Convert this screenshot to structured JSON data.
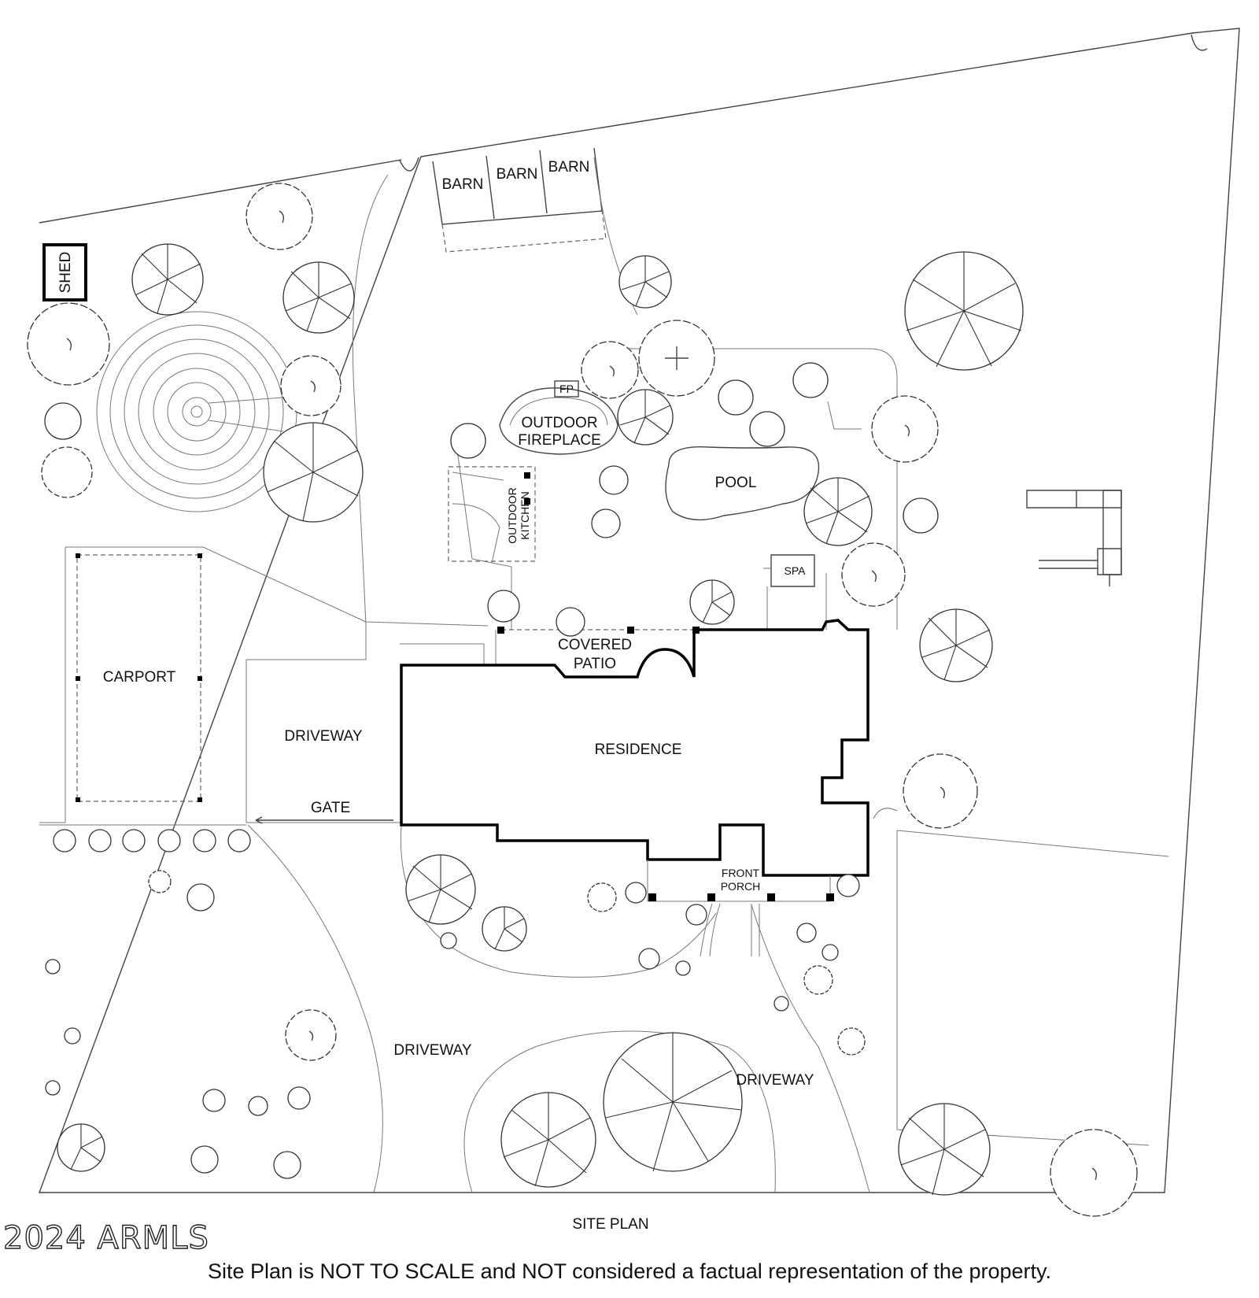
{
  "plan": {
    "title": "SITE PLAN",
    "labels": {
      "barn_1": "BARN",
      "barn_2": "BARN",
      "barn_3": "BARN",
      "shed": "SHED",
      "fp": "FP",
      "outdoor_fireplace_line1": "OUTDOOR",
      "outdoor_fireplace_line2": "FIREPLACE",
      "outdoor_kitchen_line1": "OUTDOOR",
      "outdoor_kitchen_line2": "KITCHEN",
      "pool": "POOL",
      "spa": "SPA",
      "covered_patio_line1": "COVERED",
      "covered_patio_line2": "PATIO",
      "carport": "CARPORT",
      "driveway_north": "DRIVEWAY",
      "gate": "GATE",
      "residence": "RESIDENCE",
      "front_porch_line1": "FRONT",
      "front_porch_line2": "PORCH",
      "driveway_west": "DRIVEWAY",
      "driveway_east": "DRIVEWAY"
    }
  },
  "watermark": "2024 ARMLS",
  "disclaimer": "Site Plan is NOT TO SCALE and NOT considered a factual representation of the property."
}
